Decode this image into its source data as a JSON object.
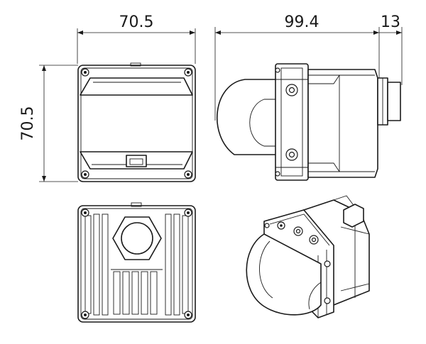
{
  "dimensions": {
    "front_width": "70.5",
    "front_height": "70.5",
    "side_length": "99.4",
    "connector_length": "13"
  },
  "colors": {
    "line": "#1a1a1a",
    "background": "#ffffff"
  }
}
